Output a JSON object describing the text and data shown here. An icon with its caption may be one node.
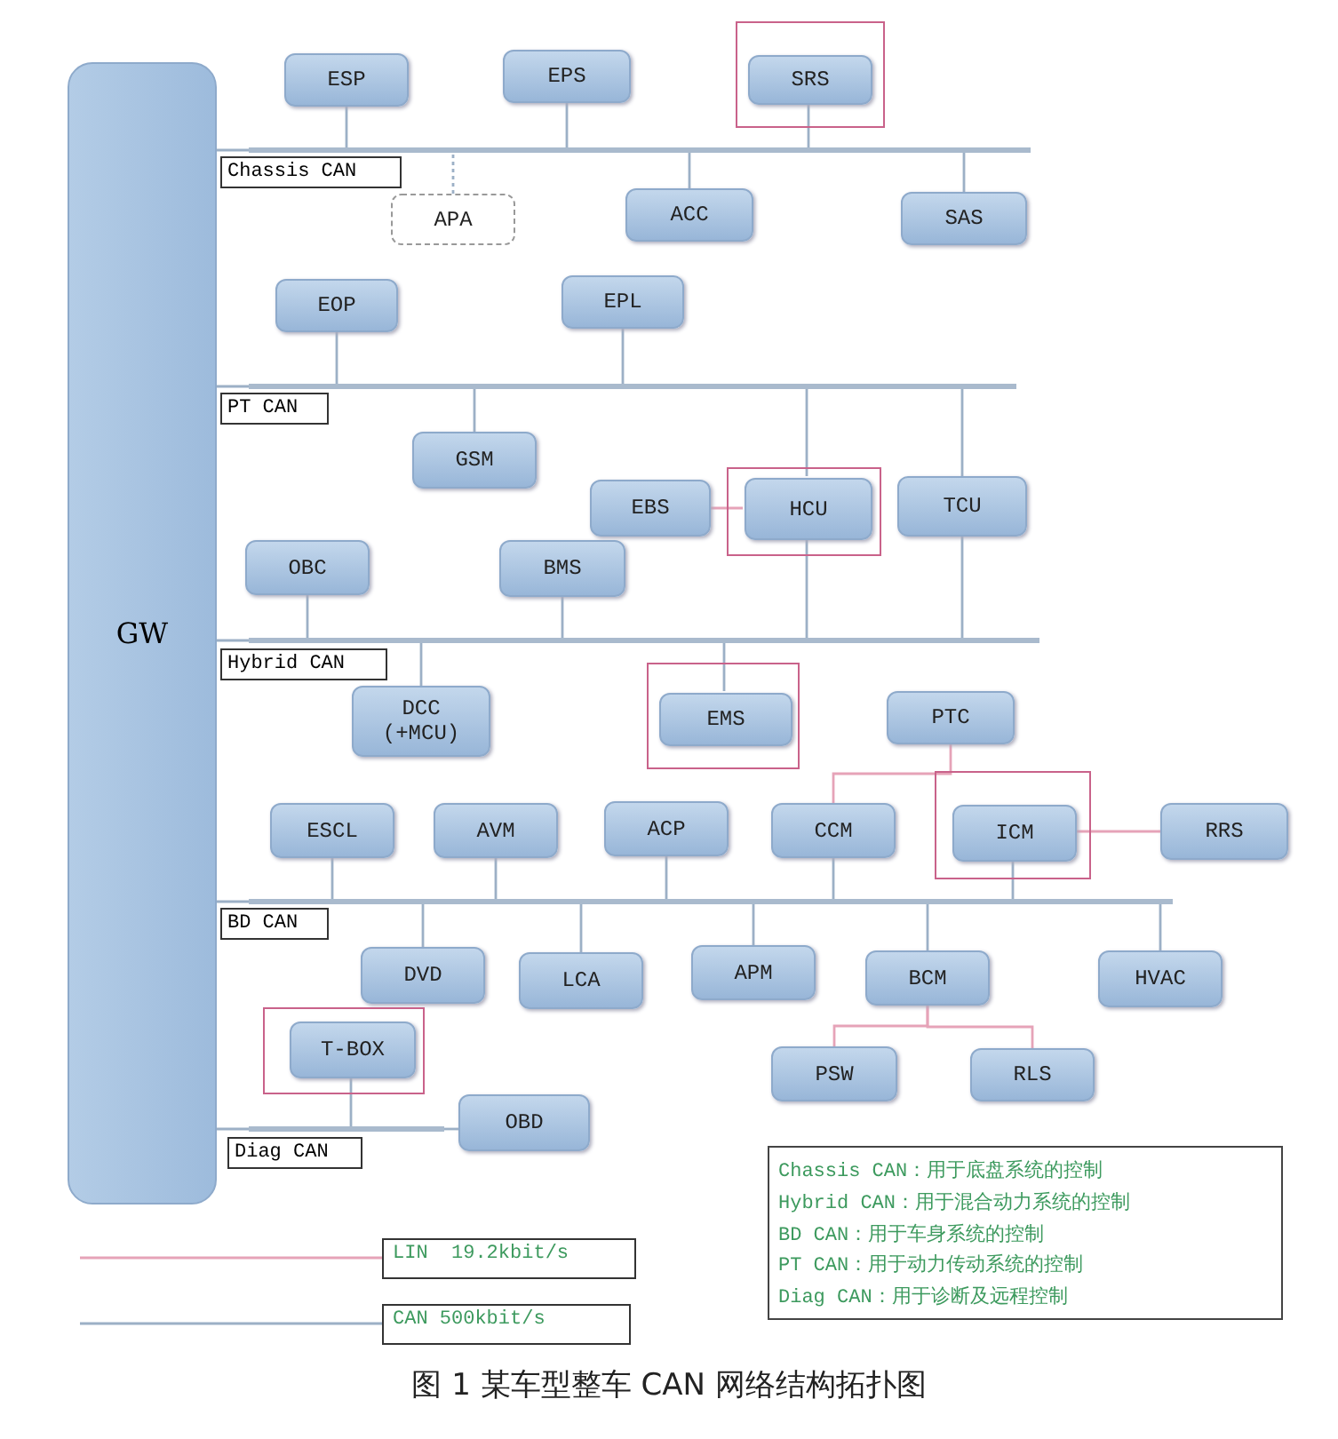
{
  "diagram": {
    "caption": "图 1 某车型整车 CAN 网络结构拓扑图",
    "nodes": [
      {
        "text": [
          "GW"
        ]
      },
      {
        "text": [
          "ESP"
        ]
      },
      {
        "text": [
          "EPS"
        ]
      },
      {
        "text": [],
        "shape": "box"
      },
      {
        "text": [
          "SRS"
        ],
        "in": 3
      },
      {
        "text": [],
        "shape": "bar"
      },
      {
        "text": [
          "Chassis CAN"
        ]
      },
      {
        "text": [
          "APA"
        ]
      },
      {
        "text": [
          "ACC"
        ]
      },
      {
        "text": [
          "SAS"
        ]
      },
      {
        "text": [
          "EOP"
        ]
      },
      {
        "text": [
          "EPL"
        ]
      },
      {
        "text": [],
        "shape": "bar"
      },
      {
        "text": [
          "PT CAN"
        ]
      },
      {
        "text": [
          "GSM"
        ]
      },
      {
        "text": [
          "EBS"
        ]
      },
      {
        "text": [],
        "shape": "box"
      },
      {
        "text": [
          "HCU"
        ],
        "in": 16
      },
      {
        "text": [
          "TCU"
        ]
      },
      {
        "text": [
          "OBC"
        ]
      },
      {
        "text": [
          "BMS"
        ]
      },
      {
        "text": [],
        "shape": "bar"
      },
      {
        "text": [
          "Hybrid CAN"
        ]
      },
      {
        "text": [
          "DCC (+MCU)"
        ]
      },
      {
        "text": [],
        "shape": "box"
      },
      {
        "text": [
          "EMS"
        ],
        "in": 24
      },
      {
        "text": [
          "PTC"
        ]
      },
      {
        "text": [
          "ESCL"
        ]
      },
      {
        "text": [
          "AVM"
        ]
      },
      {
        "text": [
          "ACP"
        ]
      },
      {
        "text": [
          "CCM"
        ]
      },
      {
        "text": [],
        "shape": "box"
      },
      {
        "text": [
          "ICM"
        ],
        "in": 31
      },
      {
        "text": [
          "RRS"
        ]
      },
      {
        "text": [],
        "shape": "bar"
      },
      {
        "text": [
          "BD CAN"
        ]
      },
      {
        "text": [
          "DVD"
        ]
      },
      {
        "text": [
          "LCA"
        ]
      },
      {
        "text": [
          "APM"
        ]
      },
      {
        "text": [
          "BCM"
        ]
      },
      {
        "text": [
          "HVAC"
        ]
      },
      {
        "text": [],
        "shape": "box"
      },
      {
        "text": [
          "T-BOX"
        ],
        "in": 41
      },
      {
        "text": [
          "OBD"
        ]
      },
      {
        "text": [
          "PSW"
        ]
      },
      {
        "text": [
          "RLS"
        ]
      },
      {
        "text": [],
        "shape": "bar"
      },
      {
        "text": [
          "Diag CAN"
        ]
      },
      {
        "text": [
          "Chassis CAN：用于底盘系统的控制",
          "Hybrid CAN：用于混合动力系统的控制",
          "BD CAN：用于车身系统的控制",
          "PT CAN：用于动力传动系统的控制",
          "Diag CAN：用于诊断及远程控制"
        ]
      }
    ],
    "edges": [
      {
        "from": 0,
        "to": 5,
        "arrow": "none"
      },
      {
        "from": 1,
        "to": 5,
        "arrow": "none"
      },
      {
        "from": 2,
        "to": 5,
        "arrow": "none"
      },
      {
        "from": 4,
        "to": 5,
        "arrow": "none"
      },
      {
        "from": 7,
        "to": 5,
        "arrow": "none",
        "style": "dashed"
      },
      {
        "from": 8,
        "to": 5,
        "arrow": "none"
      },
      {
        "from": 9,
        "to": 5,
        "arrow": "none"
      },
      {
        "from": 0,
        "to": 12,
        "arrow": "none"
      },
      {
        "from": 10,
        "to": 12,
        "arrow": "none"
      },
      {
        "from": 11,
        "to": 12,
        "arrow": "none"
      },
      {
        "from": 14,
        "to": 12,
        "arrow": "none"
      },
      {
        "from": 17,
        "to": 12,
        "arrow": "none"
      },
      {
        "from": 18,
        "to": 12,
        "arrow": "none"
      },
      {
        "from": 15,
        "to": 17,
        "arrow": "none",
        "color": "#e6a3b8"
      },
      {
        "from": 0,
        "to": 21,
        "arrow": "none"
      },
      {
        "from": 19,
        "to": 21,
        "arrow": "none"
      },
      {
        "from": 20,
        "to": 21,
        "arrow": "none"
      },
      {
        "from": 17,
        "to": 21,
        "arrow": "none"
      },
      {
        "from": 18,
        "to": 21,
        "arrow": "none"
      },
      {
        "from": 23,
        "to": 21,
        "arrow": "none"
      },
      {
        "from": 25,
        "to": 21,
        "arrow": "none"
      },
      {
        "from": 30,
        "to": 26,
        "arrow": "none",
        "color": "#e6a3b8"
      },
      {
        "from": 0,
        "to": 34,
        "arrow": "none"
      },
      {
        "from": 27,
        "to": 34,
        "arrow": "none"
      },
      {
        "from": 28,
        "to": 34,
        "arrow": "none"
      },
      {
        "from": 29,
        "to": 34,
        "arrow": "none"
      },
      {
        "from": 30,
        "to": 34,
        "arrow": "none"
      },
      {
        "from": 32,
        "to": 34,
        "arrow": "none"
      },
      {
        "from": 32,
        "to": 33,
        "arrow": "none",
        "color": "#e6a3b8"
      },
      {
        "from": 36,
        "to": 34,
        "arrow": "none"
      },
      {
        "from": 37,
        "to": 34,
        "arrow": "none"
      },
      {
        "from": 38,
        "to": 34,
        "arrow": "none"
      },
      {
        "from": 39,
        "to": 34,
        "arrow": "none"
      },
      {
        "from": 40,
        "to": 34,
        "arrow": "none"
      },
      {
        "from": 39,
        "to": 44,
        "arrow": "none",
        "color": "#e6a3b8"
      },
      {
        "from": 39,
        "to": 45,
        "arrow": "none",
        "color": "#e6a3b8"
      },
      {
        "from": 0,
        "to": 46,
        "arrow": "none"
      },
      {
        "from": 42,
        "to": 46,
        "arrow": "none"
      },
      {
        "from": 43,
        "to": 46,
        "arrow": "none"
      }
    ],
    "legend": [
      {
        "text": "LIN  19.2kbit/s"
      },
      {
        "text": "CAN 500kbit/s"
      }
    ]
  }
}
